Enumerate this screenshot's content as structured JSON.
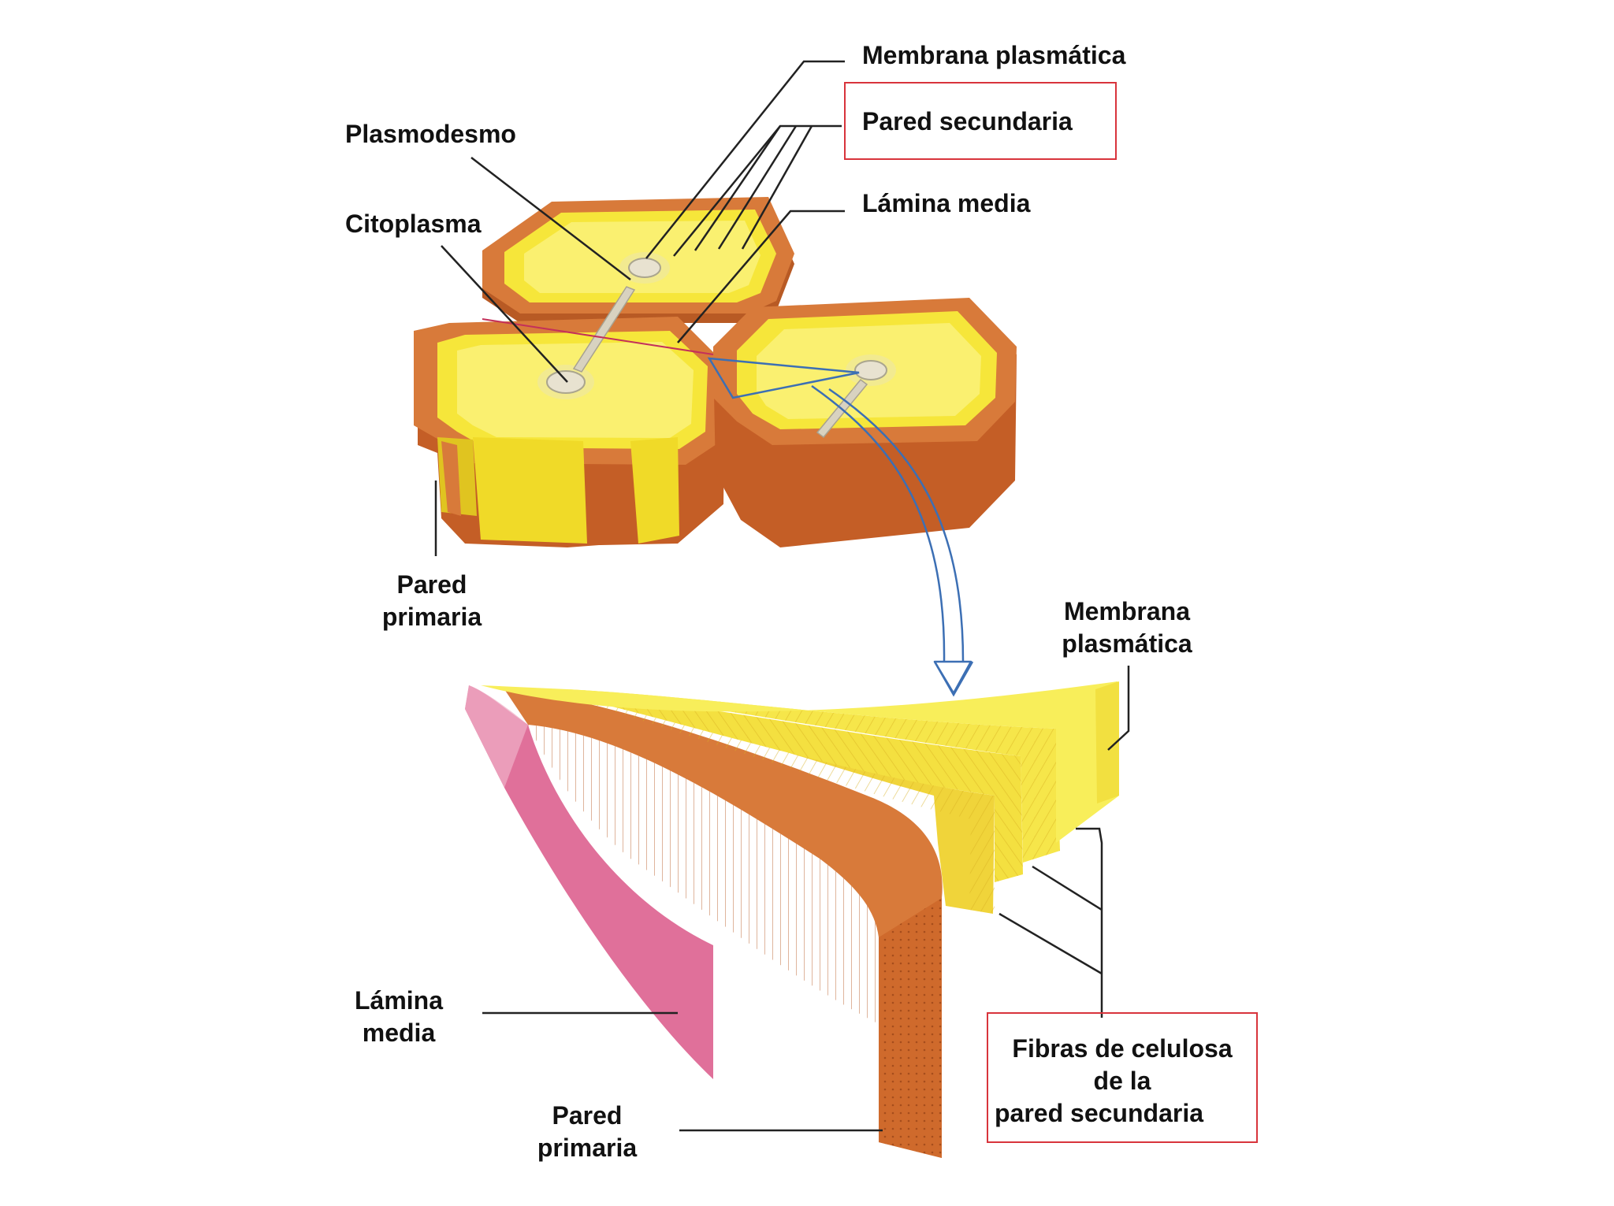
{
  "colors": {
    "cell_wall_orange": "#d87a3a",
    "cell_wall_dark": "#b85a24",
    "cytoplasm_yellow": "#f6e63a",
    "inner_yellow": "#faf070",
    "lamina_media_pink": "#e0709a",
    "arrow_blue": "#3c6fb4",
    "highlight_box_red": "#d8343c",
    "leader_line": "#222222"
  },
  "labels": {
    "membrana_plasmatica_top": "Membrana plasmática",
    "pared_secundaria": "Pared secundaria",
    "plasmodesmo": "Plasmodesmo",
    "citoplasma": "Citoplasma",
    "lamina_media_top": "Lámina media",
    "pared_primaria_top": [
      "Pared",
      "primaria"
    ],
    "membrana_plasmatica_bottom": [
      "Membrana",
      "plasmática"
    ],
    "lamina_media_bottom": [
      "Lámina",
      "media"
    ],
    "pared_primaria_bottom": [
      "Pared",
      "primaria"
    ],
    "fibras_celulosa": [
      "Fibras de celulosa",
      "de la",
      "pared secundaria"
    ]
  }
}
